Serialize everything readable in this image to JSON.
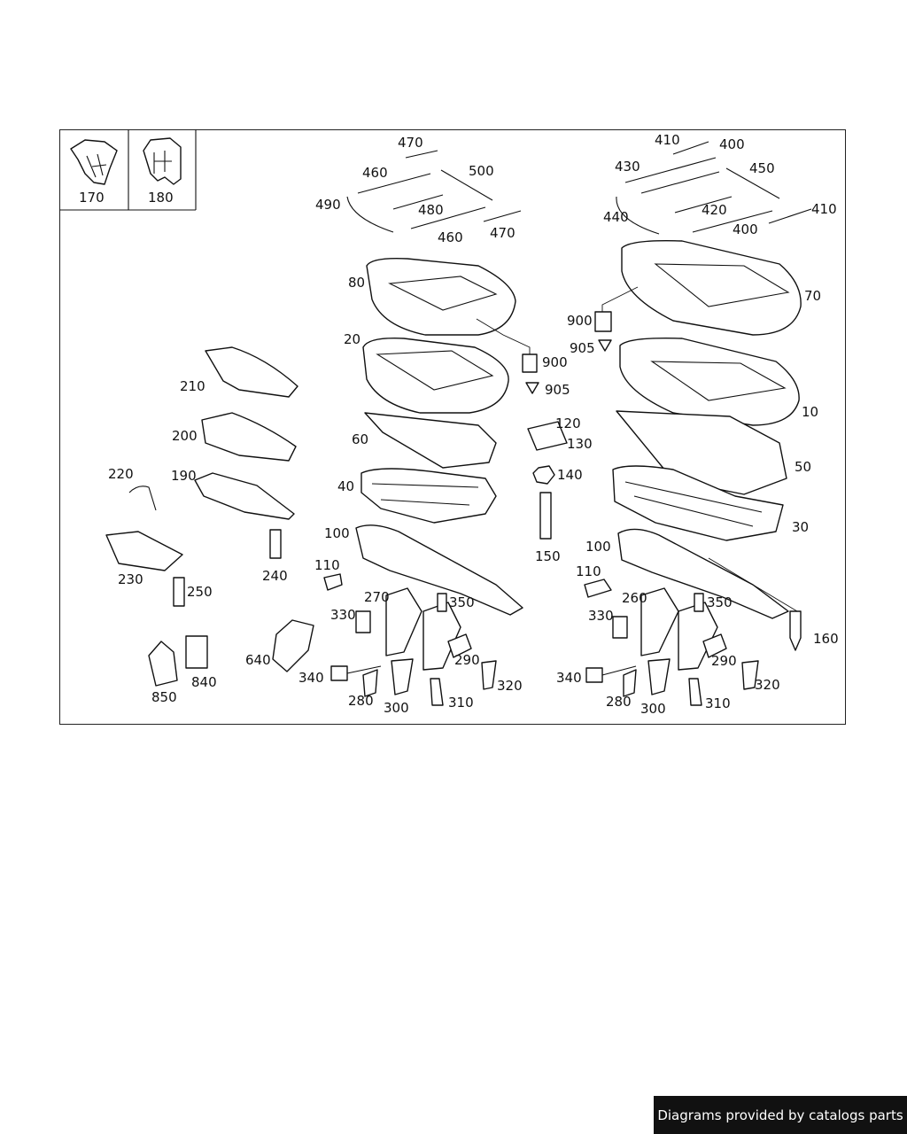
{
  "diagram": {
    "inset_labels": [
      "170",
      "180"
    ],
    "callouts": [
      {
        "id": "c470a",
        "text": "470"
      },
      {
        "id": "c460a",
        "text": "460"
      },
      {
        "id": "c500",
        "text": "500"
      },
      {
        "id": "c490",
        "text": "490"
      },
      {
        "id": "c480",
        "text": "480"
      },
      {
        "id": "c460b",
        "text": "460"
      },
      {
        "id": "c470b",
        "text": "470"
      },
      {
        "id": "c410a",
        "text": "410"
      },
      {
        "id": "c400a",
        "text": "400"
      },
      {
        "id": "c430",
        "text": "430"
      },
      {
        "id": "c450",
        "text": "450"
      },
      {
        "id": "c440",
        "text": "440"
      },
      {
        "id": "c420",
        "text": "420"
      },
      {
        "id": "c410b",
        "text": "410"
      },
      {
        "id": "c400b",
        "text": "400"
      },
      {
        "id": "c80",
        "text": "80"
      },
      {
        "id": "c70",
        "text": "70"
      },
      {
        "id": "c900a",
        "text": "900"
      },
      {
        "id": "c905a",
        "text": "905"
      },
      {
        "id": "c20",
        "text": "20"
      },
      {
        "id": "c900b",
        "text": "900"
      },
      {
        "id": "c905b",
        "text": "905"
      },
      {
        "id": "c210",
        "text": "210"
      },
      {
        "id": "c10",
        "text": "10"
      },
      {
        "id": "c200",
        "text": "200"
      },
      {
        "id": "c60",
        "text": "60"
      },
      {
        "id": "c120",
        "text": "120"
      },
      {
        "id": "c130",
        "text": "130"
      },
      {
        "id": "c50",
        "text": "50"
      },
      {
        "id": "c220",
        "text": "220"
      },
      {
        "id": "c190",
        "text": "190"
      },
      {
        "id": "c40",
        "text": "40"
      },
      {
        "id": "c140",
        "text": "140"
      },
      {
        "id": "c30",
        "text": "30"
      },
      {
        "id": "c100a",
        "text": "100"
      },
      {
        "id": "c150",
        "text": "150"
      },
      {
        "id": "c100b",
        "text": "100"
      },
      {
        "id": "c230",
        "text": "230"
      },
      {
        "id": "c240",
        "text": "240"
      },
      {
        "id": "c250",
        "text": "250"
      },
      {
        "id": "c110a",
        "text": "110"
      },
      {
        "id": "c110b",
        "text": "110"
      },
      {
        "id": "c270",
        "text": "270"
      },
      {
        "id": "c350a",
        "text": "350"
      },
      {
        "id": "c260",
        "text": "260"
      },
      {
        "id": "c350b",
        "text": "350"
      },
      {
        "id": "c160",
        "text": "160"
      },
      {
        "id": "c330a",
        "text": "330"
      },
      {
        "id": "c330b",
        "text": "330"
      },
      {
        "id": "c640",
        "text": "640"
      },
      {
        "id": "c290a",
        "text": "290"
      },
      {
        "id": "c290b",
        "text": "290"
      },
      {
        "id": "c340a",
        "text": "340"
      },
      {
        "id": "c320a",
        "text": "320"
      },
      {
        "id": "c340b",
        "text": "340"
      },
      {
        "id": "c320b",
        "text": "320"
      },
      {
        "id": "c840",
        "text": "840"
      },
      {
        "id": "c280a",
        "text": "280"
      },
      {
        "id": "c310a",
        "text": "310"
      },
      {
        "id": "c280b",
        "text": "280"
      },
      {
        "id": "c310b",
        "text": "310"
      },
      {
        "id": "c300a",
        "text": "300"
      },
      {
        "id": "c300b",
        "text": "300"
      },
      {
        "id": "c850",
        "text": "850"
      }
    ]
  },
  "footer": {
    "credit": "Diagrams provided by catalogs parts"
  }
}
